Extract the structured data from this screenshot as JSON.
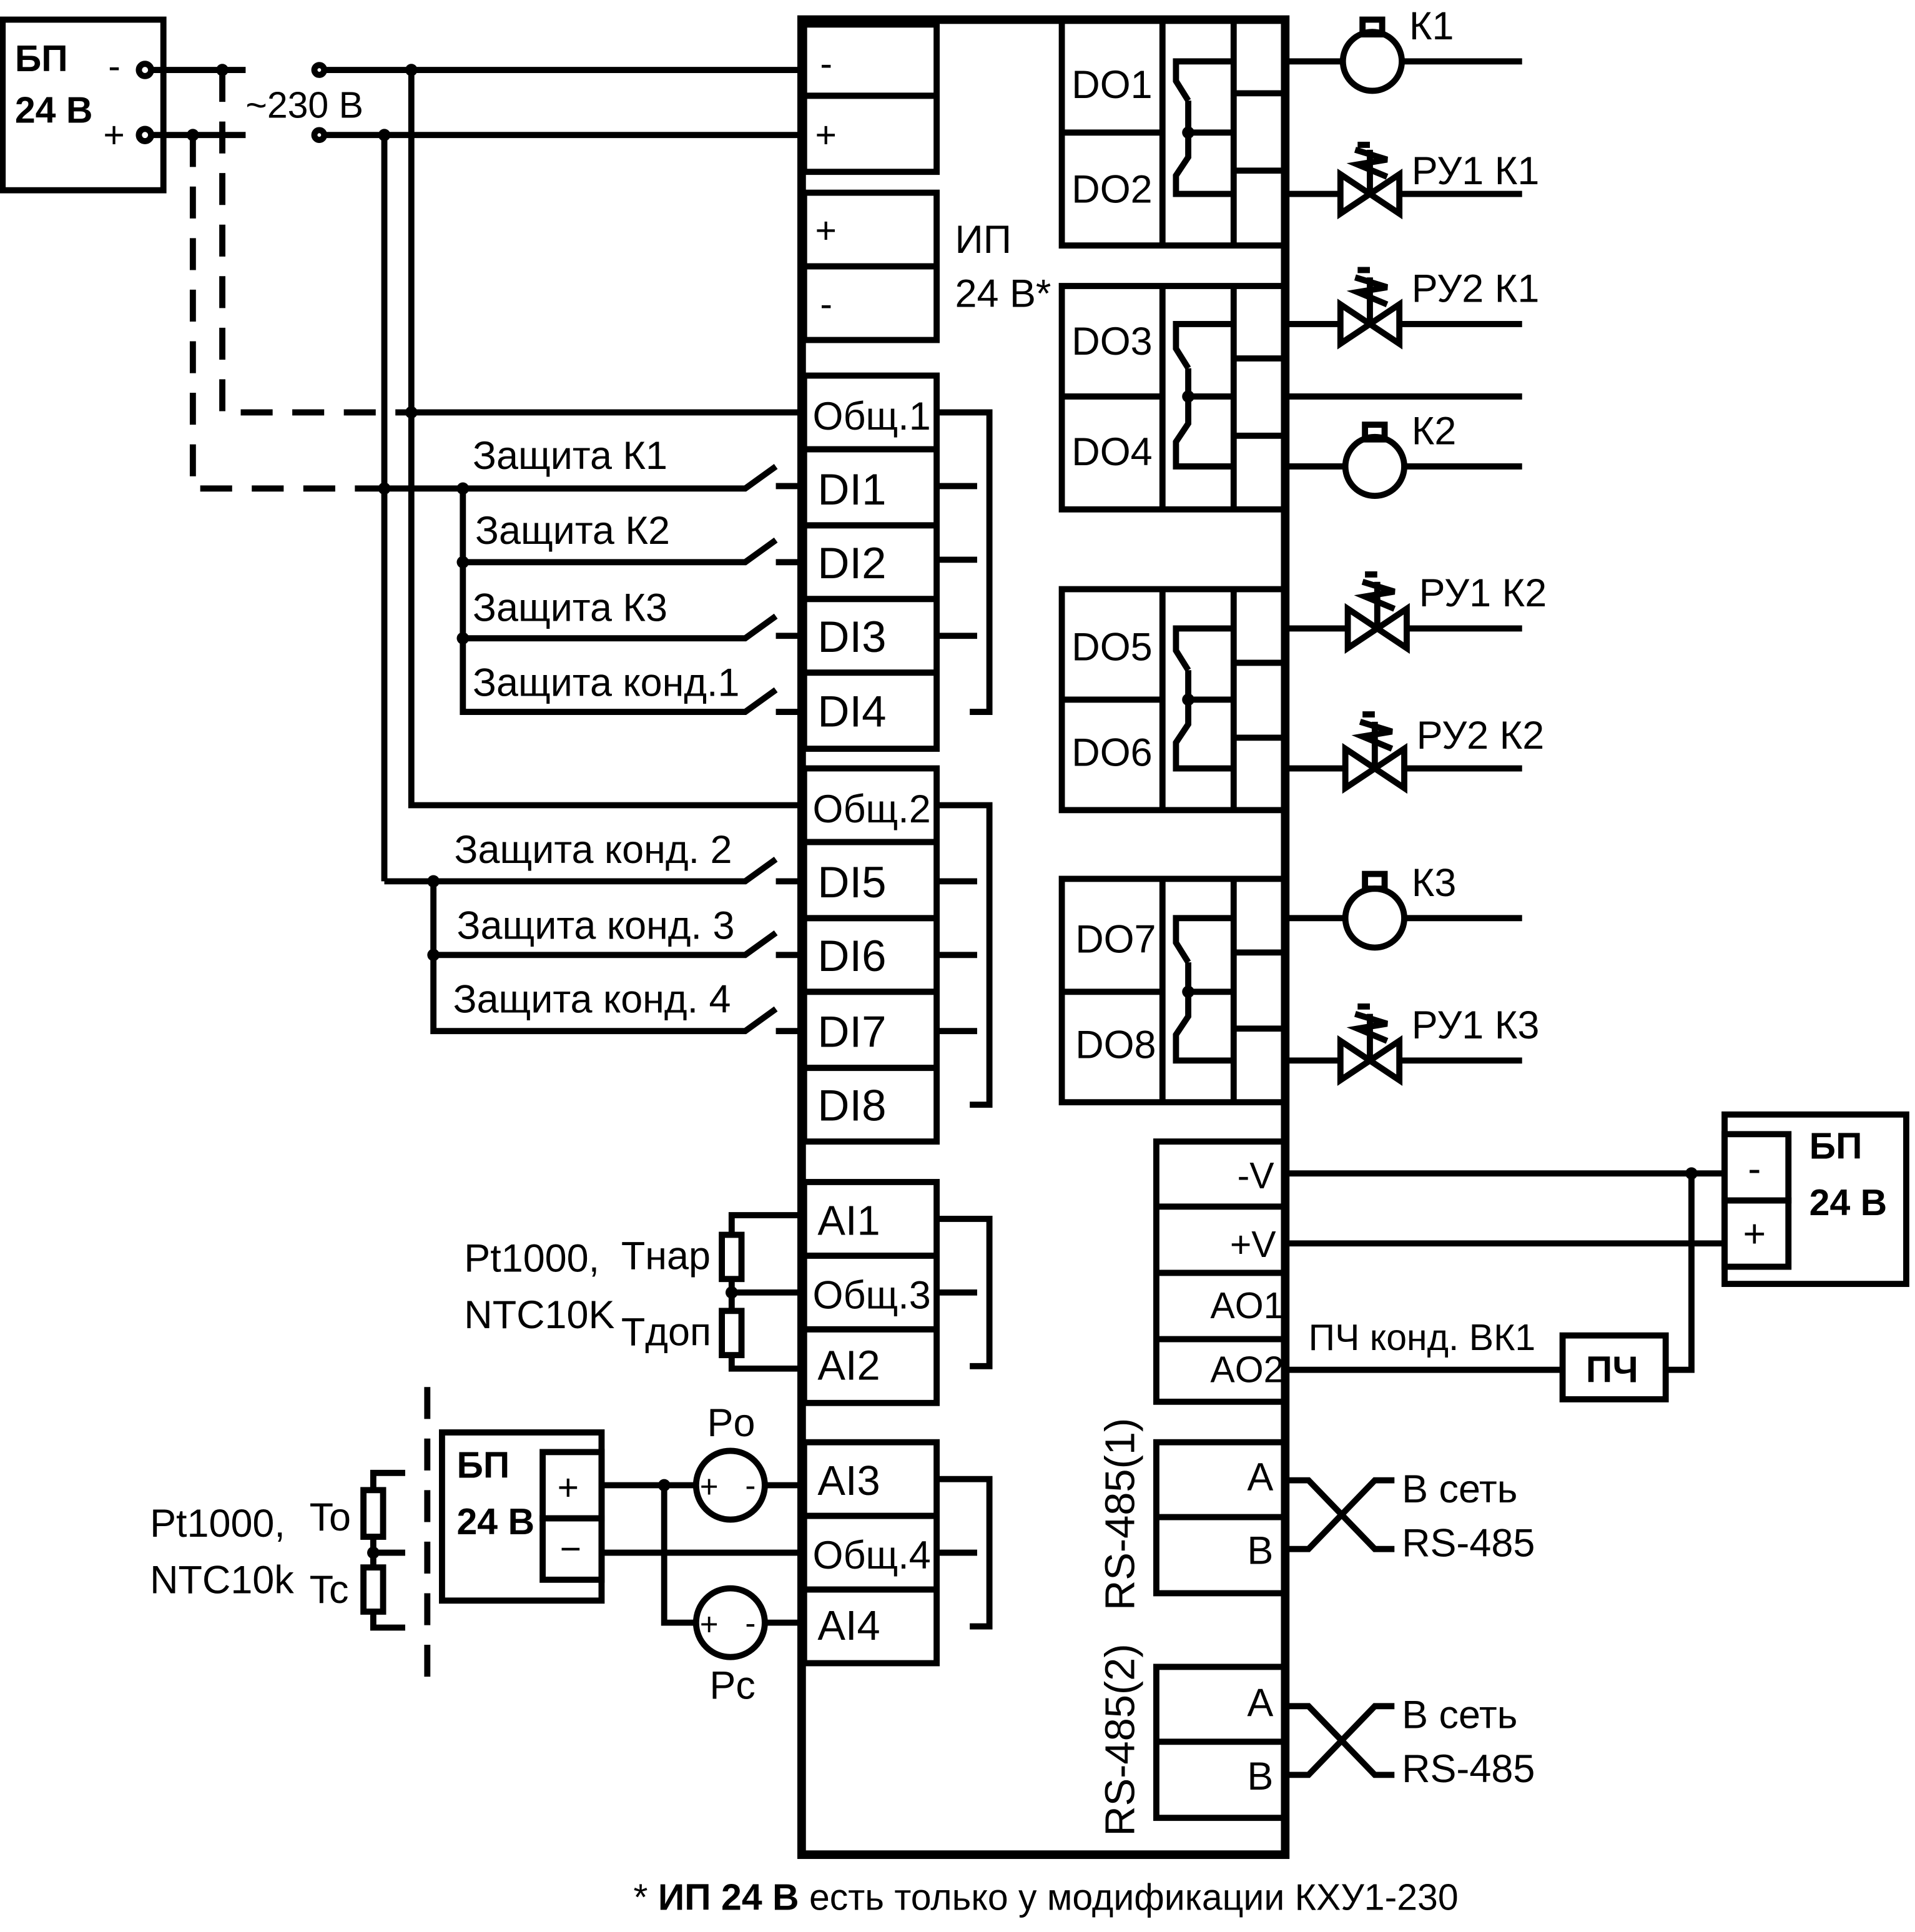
{
  "psu_top_left": {
    "title_line1": "БП",
    "title_line2": "24 В",
    "minus": "-",
    "plus": "+"
  },
  "mains_label": "~230 В",
  "controller_supply": {
    "minus": "-",
    "plus": "+"
  },
  "internal_psu": {
    "plus": "+",
    "minus": "-",
    "label_line1": "ИП",
    "label_line2": "24 В*"
  },
  "di_group_1": {
    "common": "Общ.1",
    "terminals": [
      "DI1",
      "DI2",
      "DI3",
      "DI4"
    ],
    "signals": [
      "Защита К1",
      "Защита К2",
      "Защита К3",
      "Защита конд.1"
    ]
  },
  "di_group_2": {
    "common": "Общ.2",
    "terminals": [
      "DI5",
      "DI6",
      "DI7",
      "DI8"
    ],
    "signals": [
      "Защита конд. 2",
      "Защита конд. 3",
      "Защита конд. 4"
    ]
  },
  "ai_group_1": {
    "terminals": [
      "AI1",
      "Общ.3",
      "AI2"
    ],
    "sensor_type_line1": "Pt1000,",
    "sensor_type_line2": "NTC10K",
    "sensor_1": "Tнар",
    "sensor_2": "Tдоп"
  },
  "ai_group_2": {
    "terminals": [
      "AI3",
      "Общ.4",
      "AI4"
    ],
    "psu": {
      "title_line1": "БП",
      "title_line2": "24 В",
      "plus": "+",
      "minus": "−"
    },
    "pressure_1": "Po",
    "pressure_2": "Pc",
    "sensor_type_line1": "Pt1000,",
    "sensor_type_line2": "NTC10k",
    "sensor_1": "To",
    "sensor_2": "Tc"
  },
  "relay_outputs": [
    "DO1",
    "DO2",
    "DO3",
    "DO4",
    "DO5",
    "DO6",
    "DO7",
    "DO8"
  ],
  "loads": {
    "k1": "К1",
    "ru1_k1": "РУ1 К1",
    "ru2_k1": "РУ2 К1",
    "k2": "К2",
    "ru1_k2": "РУ1 К2",
    "ru2_k2": "РУ2 К2",
    "k3": "К3",
    "ru1_k3": "РУ1 К3"
  },
  "analog_outputs": {
    "terminals": [
      "-V",
      "+V",
      "AO1",
      "AO2"
    ],
    "ao2_signal": "ПЧ конд. ВК1",
    "vfd": "ПЧ"
  },
  "psu_right": {
    "title_line1": "БП",
    "title_line2": "24 В",
    "minus": "-",
    "plus": "+"
  },
  "rs485_1": {
    "label": "RS-485(1)",
    "a": "A",
    "b": "B",
    "net_line1": "В сеть",
    "net_line2": "RS-485"
  },
  "rs485_2": {
    "label": "RS-485(2)",
    "a": "A",
    "b": "B",
    "net_line1": "В сеть",
    "net_line2": "RS-485"
  },
  "footnote": {
    "prefix": "* ",
    "bold": "ИП 24 В",
    "rest": " есть только у модификации КХУ1-230"
  }
}
